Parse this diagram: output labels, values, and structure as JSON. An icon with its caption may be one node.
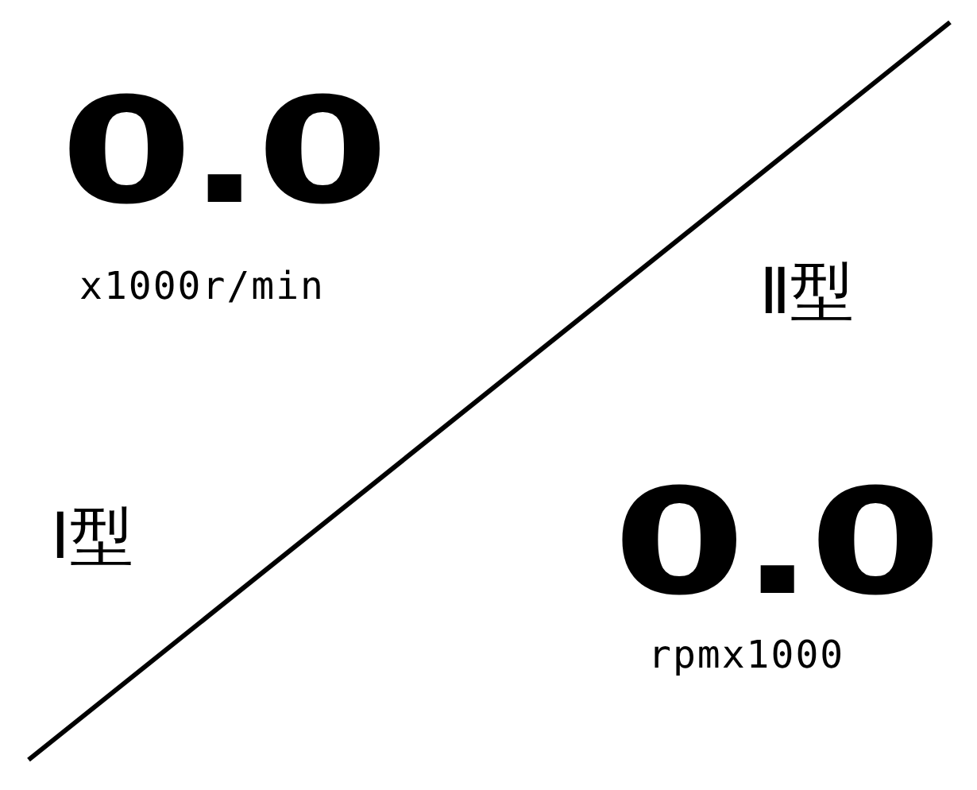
{
  "diagram": {
    "labels": [
      "0.0",
      "x1000r/min",
      "Ⅱ型",
      "Ⅰ型",
      "0.0",
      "rpmx1000"
    ]
  }
}
